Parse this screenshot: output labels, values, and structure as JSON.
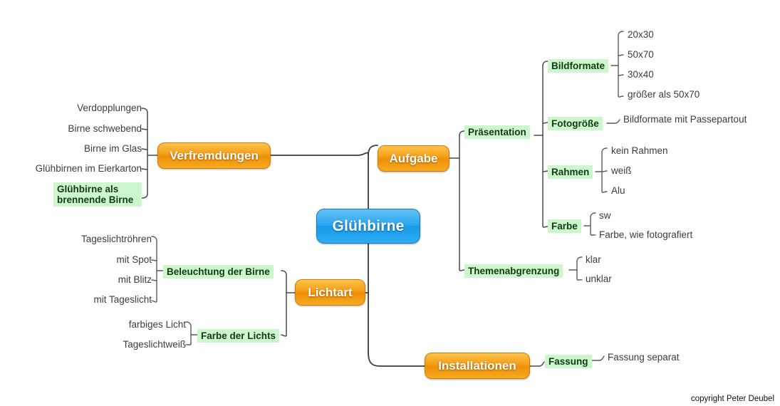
{
  "title": "Glühbirne Mindmap",
  "colors": {
    "central_blue": "#2ba6ef",
    "branch_orange": "#f5a01a",
    "highlight_green_bg": "#ccf7cc",
    "highlight_green_text": "#123a12",
    "leaf_text": "#3c3c3c",
    "line": "#3a3a3a"
  },
  "central": {
    "label": "Glühbirne"
  },
  "branches": {
    "verfremdungen": {
      "label": "Verfremdungen",
      "children": [
        {
          "label": "Verdopplungen",
          "style": "plain"
        },
        {
          "label": "Birne schwebend",
          "style": "plain"
        },
        {
          "label": "Birne im Glas",
          "style": "plain"
        },
        {
          "label": "Glühbirnen im Eierkarton",
          "style": "plain"
        },
        {
          "label": "Glühbirne als",
          "label2": "brennende Birne",
          "style": "green"
        }
      ]
    },
    "aufgabe": {
      "label": "Aufgabe",
      "children": [
        {
          "label": "Präsentation",
          "style": "green",
          "children": [
            {
              "label": "Bildformate",
              "style": "green",
              "children": [
                {
                  "label": "20x30",
                  "style": "plain"
                },
                {
                  "label": "50x70",
                  "style": "plain"
                },
                {
                  "label": "30x40",
                  "style": "plain"
                },
                {
                  "label": "größer als 50x70",
                  "style": "plain"
                }
              ]
            },
            {
              "label": "Fotogröße",
              "style": "green",
              "children": [
                {
                  "label": "Bildformate mit Passepartout",
                  "style": "plain"
                }
              ]
            },
            {
              "label": "Rahmen",
              "style": "green",
              "children": [
                {
                  "label": "kein Rahmen",
                  "style": "plain"
                },
                {
                  "label": "weiß",
                  "style": "plain"
                },
                {
                  "label": "Alu",
                  "style": "plain"
                }
              ]
            },
            {
              "label": "Farbe",
              "style": "green",
              "children": [
                {
                  "label": "sw",
                  "style": "plain"
                },
                {
                  "label": "Farbe, wie fotografiert",
                  "style": "plain"
                }
              ]
            }
          ]
        },
        {
          "label": "Themenabgrenzung",
          "style": "green",
          "children": [
            {
              "label": "klar",
              "style": "plain"
            },
            {
              "label": "unklar",
              "style": "plain"
            }
          ]
        }
      ]
    },
    "lichtart": {
      "label": "Lichtart",
      "children": [
        {
          "label": "Beleuchtung der Birne",
          "style": "green",
          "children": [
            {
              "label": "Tageslichtröhren",
              "style": "plain"
            },
            {
              "label": "mit Spot",
              "style": "plain"
            },
            {
              "label": "mit Blitz",
              "style": "plain"
            },
            {
              "label": "mit Tageslicht",
              "style": "plain"
            }
          ]
        },
        {
          "label": "Farbe der Lichts",
          "style": "green",
          "children": [
            {
              "label": "farbiges Licht",
              "style": "plain"
            },
            {
              "label": "Tageslichtweiß",
              "style": "plain"
            }
          ]
        }
      ]
    },
    "installationen": {
      "label": "Installationen",
      "children": [
        {
          "label": "Fassung",
          "style": "green",
          "children": [
            {
              "label": "Fassung separat",
              "style": "plain"
            }
          ]
        }
      ]
    }
  },
  "footer": {
    "copyright": "copyright Peter Deubel"
  }
}
